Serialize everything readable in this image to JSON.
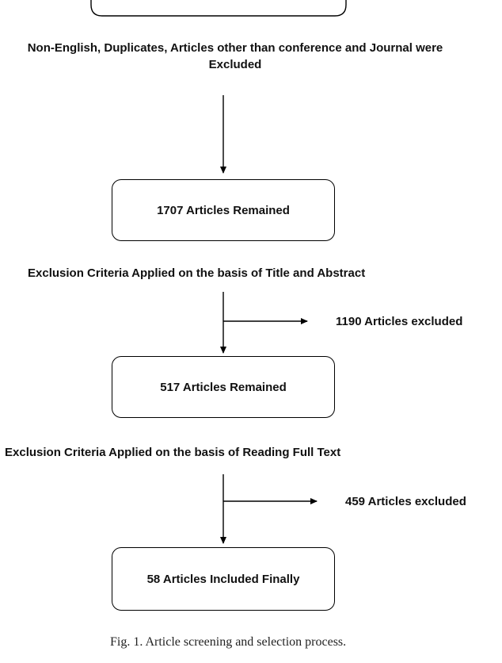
{
  "flow": {
    "step_exclusion_1": "Non-English, Duplicates, Articles other than conference and Journal were Excluded",
    "box_remained_1": "1707 Articles Remained",
    "step_exclusion_2": "Exclusion Criteria Applied on the basis of Title and Abstract",
    "side_excluded_1": "1190 Articles excluded",
    "box_remained_2": "517 Articles Remained",
    "step_exclusion_3": "Exclusion Criteria Applied on the basis of Reading Full Text",
    "side_excluded_2": "459 Articles excluded",
    "box_final": "58 Articles Included Finally"
  },
  "caption": "Fig. 1. Article screening and selection process."
}
